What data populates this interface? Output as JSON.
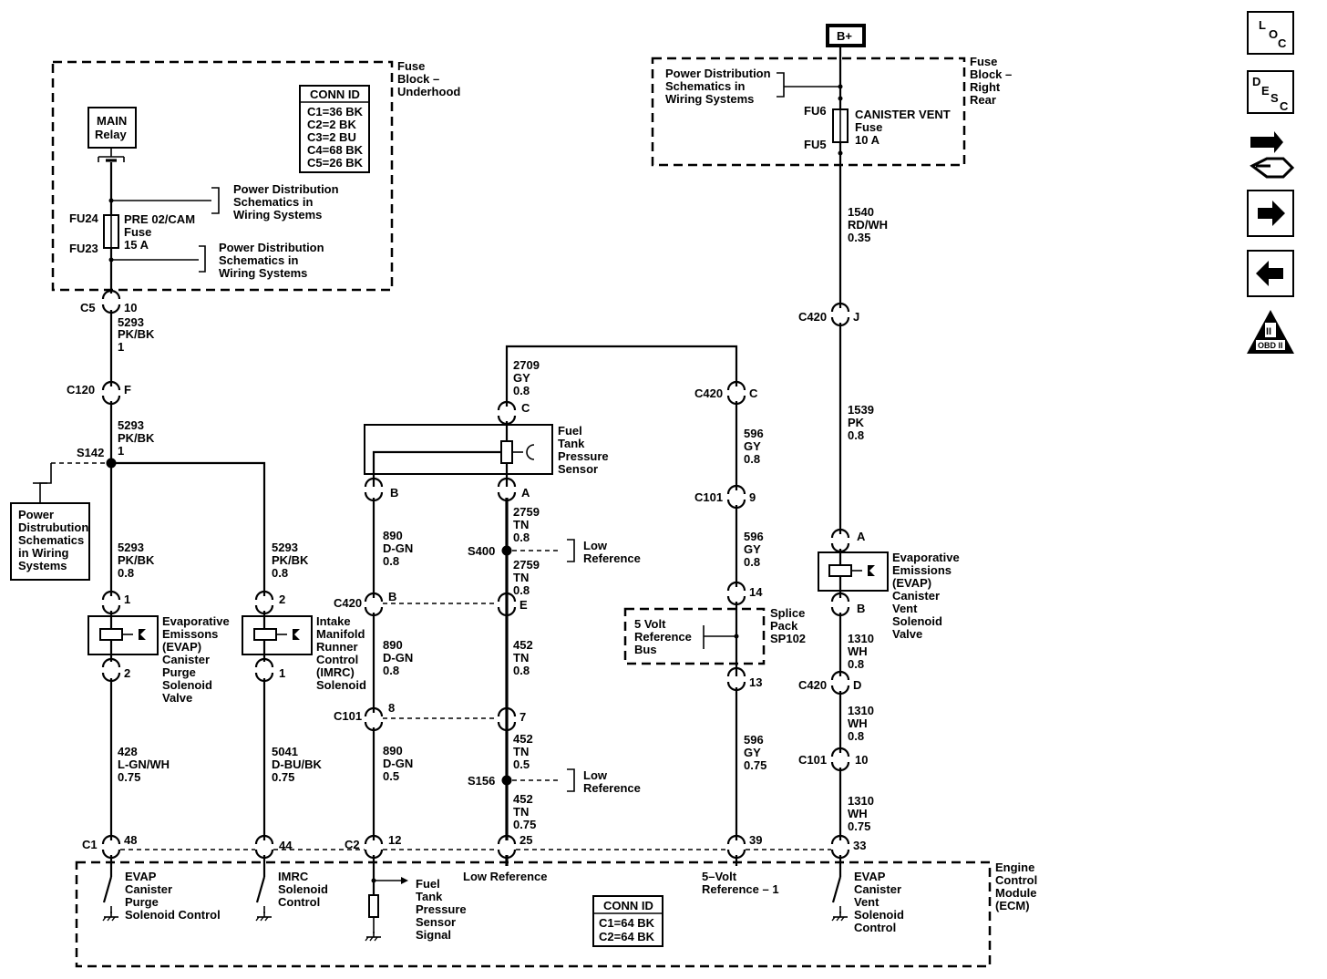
{
  "supply": {
    "bplus": "B+"
  },
  "fuse_block_underhood": {
    "title": [
      "Fuse",
      "Block –",
      "Underhood"
    ],
    "conn_title": "CONN ID",
    "conn_items": [
      "C1=36 BK",
      "C2=2 BK",
      "C3=2 BU",
      "C4=68 BK",
      "C5=26 BK"
    ],
    "main_relay": [
      "MAIN",
      "Relay"
    ],
    "pds_1": [
      "Power Distribution",
      "Schematics in",
      "Wiring Systems"
    ],
    "pds_2": [
      "Power Distribution",
      "Schematics in",
      "Wiring Systems"
    ],
    "fu24": "FU24",
    "fu23": "FU23",
    "fuse": [
      "PRE 02/CAM",
      "Fuse",
      "15 A"
    ]
  },
  "fuse_block_rear": {
    "title": [
      "Fuse",
      "Block –",
      "Right",
      "Rear"
    ],
    "pds": [
      "Power Distribution",
      "Schematics in",
      "Wiring Systems"
    ],
    "fu6": "FU6",
    "fu5": "FU5",
    "fuse": [
      "CANISTER VENT",
      "Fuse",
      "10 A"
    ]
  },
  "connectors": {
    "c5": "C5",
    "c5_pin": "10",
    "c120": "C120",
    "c120_pin": "F",
    "s142": "S142",
    "c420_j": "C420",
    "c420_j_pin": "J",
    "c420_c": "C420",
    "c420_c_pin": "C",
    "c101_9": "C101",
    "c101_9_pin": "9",
    "c420_mid": "C420",
    "c420_b_pin": "B",
    "c420_e_pin": "E",
    "c101_mid": "C101",
    "c101_8_pin": "8",
    "c101_7_pin": "7",
    "s400": "S400",
    "s156": "S156",
    "c420_d": "C420",
    "c420_d_pin": "D",
    "c101_10": "C101",
    "c101_10_pin": "10",
    "sp_14": "14",
    "sp_13": "13",
    "c1": "C1",
    "c2": "C2",
    "pin_48": "48",
    "pin_44": "44",
    "pin_12": "12",
    "pin_25": "25",
    "pin_39": "39",
    "pin_33": "33",
    "sensor_a": "A",
    "sensor_b": "B",
    "sensor_c": "C",
    "purge_1": "1",
    "purge_2": "2",
    "imrc_2": "2",
    "imrc_1": "1",
    "vent_a": "A",
    "vent_b": "B"
  },
  "wires": {
    "w5293_a": [
      "5293",
      "PK/BK",
      "1"
    ],
    "w5293_b": [
      "5293",
      "PK/BK",
      "1"
    ],
    "w5293_c": [
      "5293",
      "PK/BK",
      "0.8"
    ],
    "w5293_d": [
      "5293",
      "PK/BK",
      "0.8"
    ],
    "w428": [
      "428",
      "L-GN/WH",
      "0.75"
    ],
    "w5041": [
      "5041",
      "D-BU/BK",
      "0.75"
    ],
    "w890_a": [
      "890",
      "D-GN",
      "0.8"
    ],
    "w890_b": [
      "890",
      "D-GN",
      "0.8"
    ],
    "w890_c": [
      "890",
      "D-GN",
      "0.5"
    ],
    "w2709": [
      "2709",
      "GY",
      "0.8"
    ],
    "w2759_a": [
      "2759",
      "TN",
      "0.8"
    ],
    "w2759_b": [
      "2759",
      "TN",
      "0.8"
    ],
    "w452_a": [
      "452",
      "TN",
      "0.8"
    ],
    "w452_b": [
      "452",
      "TN",
      "0.5"
    ],
    "w452_c": [
      "452",
      "TN",
      "0.75"
    ],
    "w596_a": [
      "596",
      "GY",
      "0.8"
    ],
    "w596_b": [
      "596",
      "GY",
      "0.8"
    ],
    "w596_c": [
      "596",
      "GY",
      "0.75"
    ],
    "w1540": [
      "1540",
      "RD/WH",
      "0.35"
    ],
    "w1539": [
      "1539",
      "PK",
      "0.8"
    ],
    "w1310_a": [
      "1310",
      "WH",
      "0.8"
    ],
    "w1310_b": [
      "1310",
      "WH",
      "0.8"
    ],
    "w1310_c": [
      "1310",
      "WH",
      "0.75"
    ]
  },
  "components": {
    "pds_left": [
      "Power",
      "Distrubution",
      "Schematics",
      "in Wiring",
      "Systems"
    ],
    "purge_valve": [
      "Evaporative",
      "Emissons",
      "(EVAP)",
      "Canister",
      "Purge",
      "Solenoid",
      "Valve"
    ],
    "imrc_solenoid": [
      "Intake",
      "Manifold",
      "Runner",
      "Control",
      "(IMRC)",
      "Solenoid"
    ],
    "fuel_tank_sensor": [
      "Fuel",
      "Tank",
      "Pressure",
      "Sensor"
    ],
    "low_ref_1": [
      "Low",
      "Reference"
    ],
    "low_ref_2": [
      "Low",
      "Reference"
    ],
    "splice_pack": [
      "Splice",
      "Pack",
      "SP102"
    ],
    "ref_bus": [
      "5 Volt",
      "Reference",
      "Bus"
    ],
    "vent_valve": [
      "Evaporative",
      "Emissions",
      "(EVAP)",
      "Canister",
      "Vent",
      "Solenoid",
      "Valve"
    ]
  },
  "ecm": {
    "title": [
      "Engine",
      "Control",
      "Module",
      "(ECM)"
    ],
    "purge_ctrl": [
      "EVAP",
      "Canister",
      "Purge",
      "Solenoid Control"
    ],
    "imrc_ctrl": [
      "IMRC",
      "Solenoid",
      "Control"
    ],
    "ftp_signal": [
      "Fuel",
      "Tank",
      "Pressure",
      "Sensor",
      "Signal"
    ],
    "low_ref": "Low Reference",
    "ref5v": [
      "5–Volt",
      "Reference – 1"
    ],
    "vent_ctrl": [
      "EVAP",
      "Canister",
      "Vent",
      "Solenoid",
      "Control"
    ],
    "conn_title": "CONN ID",
    "conn_items": [
      "C1=64 BK",
      "C2=64 BK"
    ]
  },
  "nav": {
    "loc": [
      "L",
      "O",
      "C"
    ],
    "desc": [
      "D",
      "E",
      "S",
      "C"
    ],
    "obd": [
      "II",
      "OBD II"
    ]
  }
}
